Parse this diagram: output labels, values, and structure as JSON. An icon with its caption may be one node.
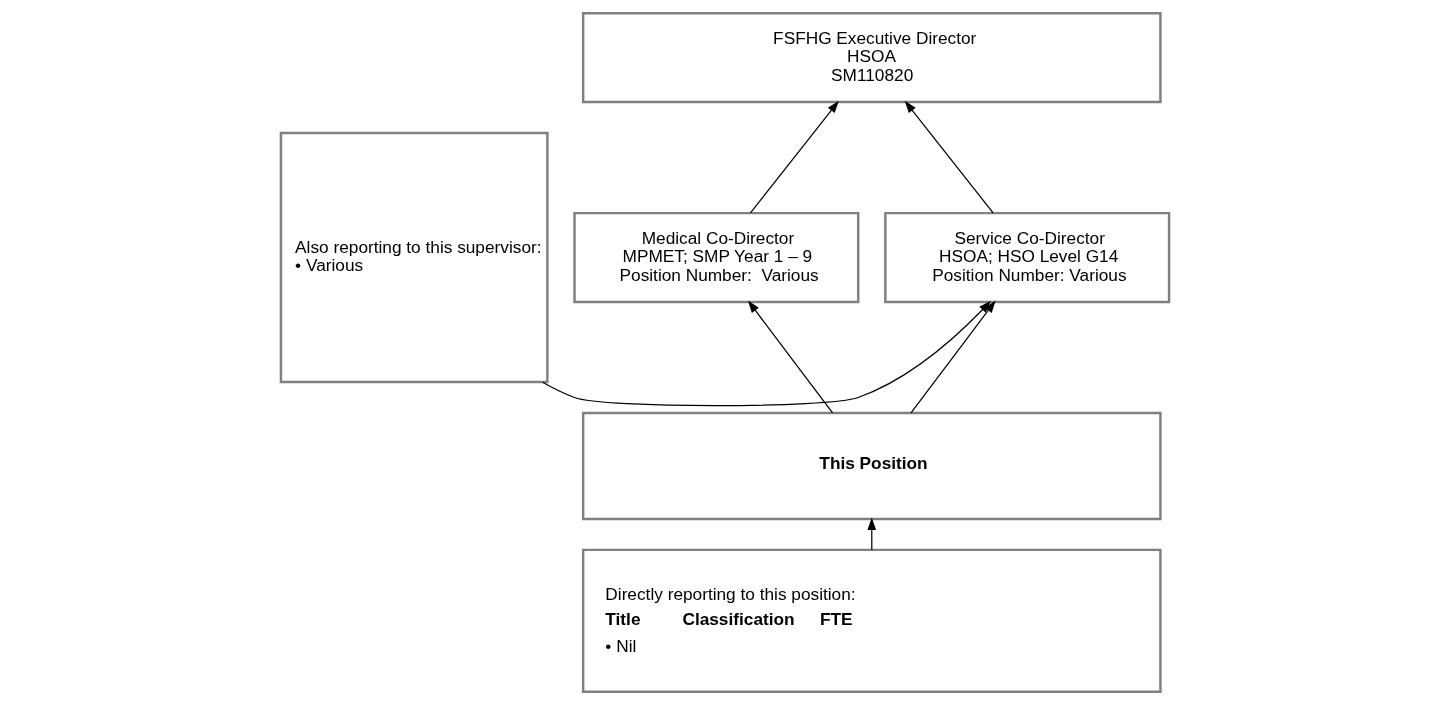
{
  "diagram": {
    "nodes": [
      {
        "text": [
          "FSFHG Executive Director",
          "HSOA",
          "SM110820"
        ]
      },
      {
        "text": [
          "Medical Co-Director",
          "MPMET; SMP Year 1 – 9",
          "Position Number:  Various"
        ]
      },
      {
        "text": [
          "Service Co-Director",
          "HSOA; HSO Level G14",
          "Position Number: Various"
        ]
      },
      {
        "text": [
          "This Position"
        ]
      },
      {
        "text": [
          "Directly reporting to this position:",
          "Title",
          "Classification",
          "FTE",
          "• Nil"
        ]
      },
      {
        "text": [
          "Also reporting to this supervisor:",
          "• Various"
        ]
      }
    ],
    "edges": [
      {
        "from": 1,
        "to": 0,
        "arrow": "to"
      },
      {
        "from": 2,
        "to": 0,
        "arrow": "to"
      },
      {
        "from": 3,
        "to": 1,
        "arrow": "to"
      },
      {
        "from": 3,
        "to": 2,
        "arrow": "to"
      },
      {
        "from": 4,
        "to": 3,
        "arrow": "to"
      },
      {
        "from": 5,
        "to": 2,
        "arrow": "to"
      }
    ]
  }
}
